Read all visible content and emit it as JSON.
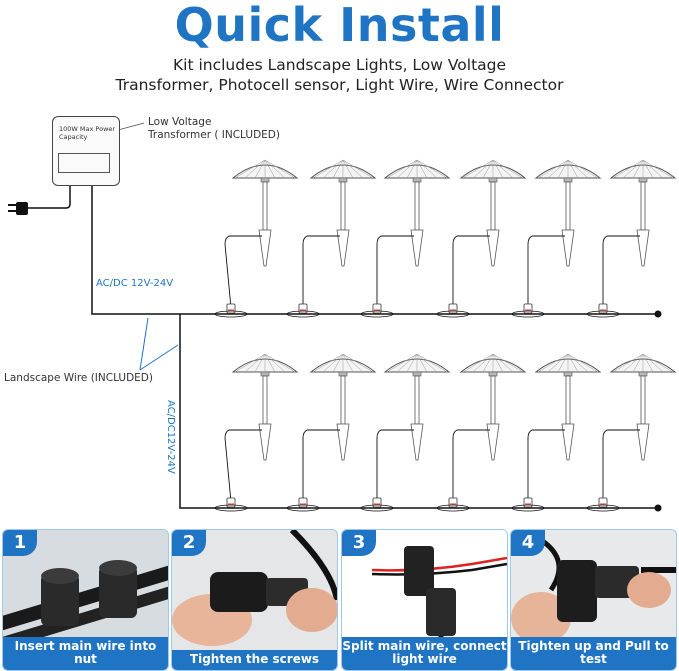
{
  "header": {
    "title": "Quick Install",
    "subtitle_line1": "Kit includes Landscape Lights, Low Voltage",
    "subtitle_line2": "Transformer, Photocell sensor, Light Wire, Wire Connector"
  },
  "diagram": {
    "transformer_label_line1": "Low Voltage",
    "transformer_label_line2": "Transformer ( INCLUDED)",
    "transformer_text_line1": "100W Max Power",
    "transformer_text_line2": "Capacity",
    "voltage_top": "AC/DC 12V-24V",
    "voltage_side": "AC/DC12V-24V",
    "wire_label": "Landscape Wire (INCLUDED)"
  },
  "steps": [
    {
      "number": "1",
      "caption": "Insert main wire into nut"
    },
    {
      "number": "2",
      "caption": "Tighten the screws"
    },
    {
      "number": "3",
      "caption": "Split main wire, connect light wire"
    },
    {
      "number": "4",
      "caption": "Tighten up and Pull to test"
    }
  ],
  "colors": {
    "accent": "#1f74c4",
    "lamp": "#b7b7b7",
    "wire": "#111111"
  }
}
